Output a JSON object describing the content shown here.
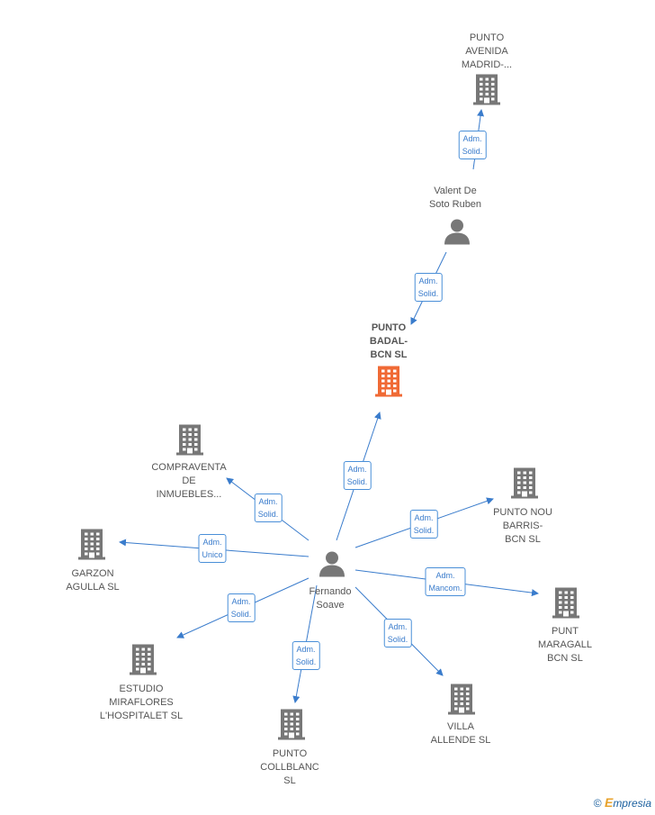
{
  "colors": {
    "edge": "#3a7ccc",
    "node_gray": "#777777",
    "node_focus": "#f06a35"
  },
  "nodes": [
    {
      "id": "punto-avenida",
      "label": "PUNTO\nAVENIDA\nMADRID-...",
      "type": "company"
    },
    {
      "id": "valent",
      "label": "Valent De\nSoto Ruben",
      "type": "person"
    },
    {
      "id": "punto-badal",
      "label": "PUNTO\nBADAL-\nBCN  SL",
      "type": "company",
      "focus": true
    },
    {
      "id": "compraventa",
      "label": "COMPRAVENTA\nDE\nINMUEBLES...",
      "type": "company"
    },
    {
      "id": "garzon",
      "label": "GARZON\nAGULLA  SL",
      "type": "company"
    },
    {
      "id": "fernando",
      "label": "Fernando\nSoave",
      "type": "person"
    },
    {
      "id": "punto-nou",
      "label": "PUNTO NOU\nBARRIS-\nBCN  SL",
      "type": "company"
    },
    {
      "id": "punt-maragall",
      "label": "PUNT\nMARAGALL\nBCN  SL",
      "type": "company"
    },
    {
      "id": "estudio",
      "label": "ESTUDIO\nMIRAFLORES\nL'HOSPITALET SL",
      "type": "company"
    },
    {
      "id": "punto-collblanc",
      "label": "PUNTO\nCOLLBLANC\nSL",
      "type": "company"
    },
    {
      "id": "villa",
      "label": "VILLA\nALLENDE SL",
      "type": "company"
    }
  ],
  "edges": [
    {
      "from": "valent",
      "to": "punto-avenida",
      "label": "Adm.\nSolid."
    },
    {
      "from": "valent",
      "to": "punto-badal",
      "label": "Adm.\nSolid."
    },
    {
      "from": "fernando",
      "to": "punto-badal",
      "label": "Adm.\nSolid."
    },
    {
      "from": "fernando",
      "to": "compraventa",
      "label": "Adm.\nSolid."
    },
    {
      "from": "fernando",
      "to": "garzon",
      "label": "Adm.\nUnico"
    },
    {
      "from": "fernando",
      "to": "punto-nou",
      "label": "Adm.\nSolid."
    },
    {
      "from": "fernando",
      "to": "punt-maragall",
      "label": "Adm.\nMancom."
    },
    {
      "from": "fernando",
      "to": "estudio",
      "label": "Adm.\nSolid."
    },
    {
      "from": "fernando",
      "to": "punto-collblanc",
      "label": "Adm.\nSolid."
    },
    {
      "from": "fernando",
      "to": "villa",
      "label": "Adm.\nSolid."
    }
  ],
  "copyright": {
    "symbol": "©",
    "brand_first": "E",
    "brand_rest": "mpresia"
  }
}
